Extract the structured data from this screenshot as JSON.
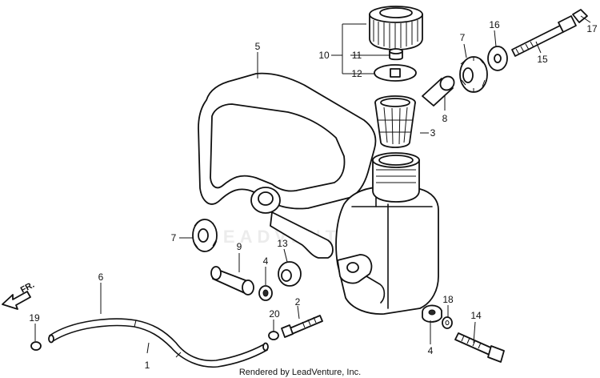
{
  "diagram": {
    "credit": "Rendered by LeadVenture, Inc.",
    "watermark_text": "LEADVENTURE",
    "direction_label": "FR.",
    "callouts": {
      "c1": "1",
      "c2": "2",
      "c3": "3",
      "c4a": "4",
      "c4b": "4",
      "c5": "5",
      "c6": "6",
      "c7a": "7",
      "c7b": "7",
      "c8": "8",
      "c9": "9",
      "c10": "10",
      "c11": "11",
      "c12": "12",
      "c13": "13",
      "c14": "14",
      "c15": "15",
      "c16": "16",
      "c17": "17",
      "c18": "18",
      "c19": "19",
      "c20": "20"
    }
  }
}
